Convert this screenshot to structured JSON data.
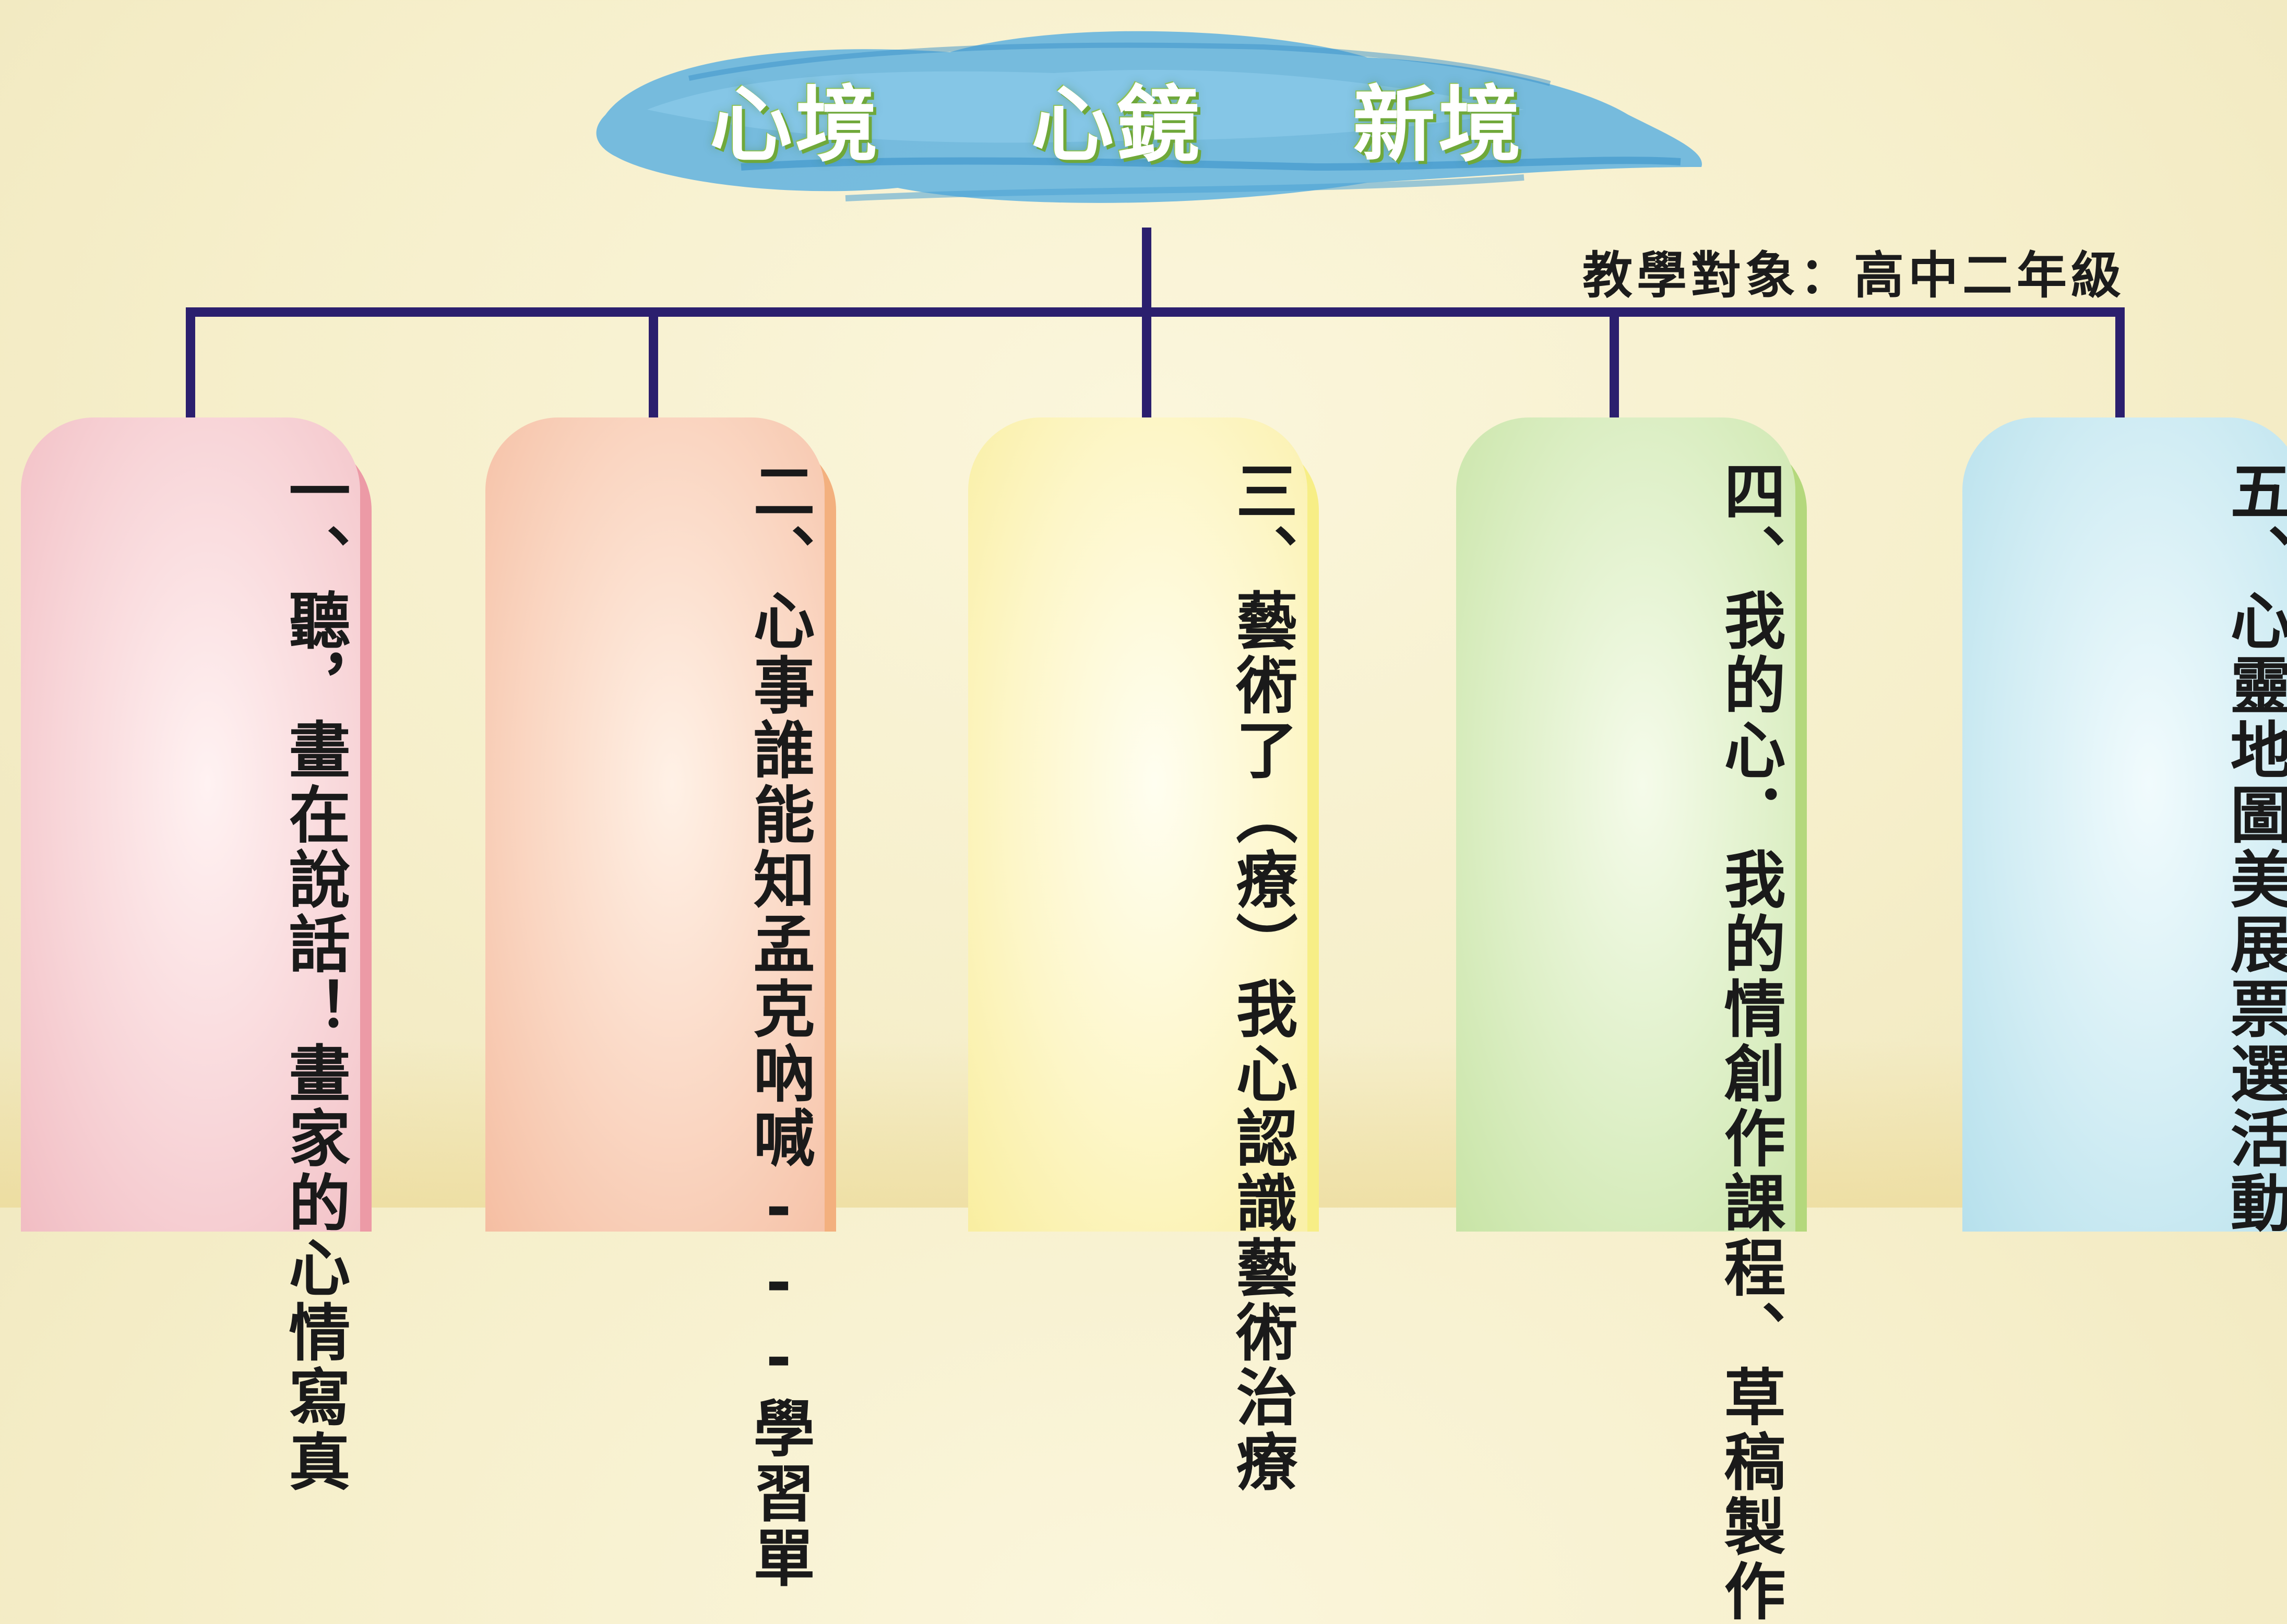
{
  "title": {
    "words": [
      "心境",
      "心鏡",
      "新境"
    ]
  },
  "audience": "教學對象：高中二年級",
  "units": [
    {
      "lines": [
        "一、聽，畫在說話！",
        "畫家的心情寫真"
      ]
    },
    {
      "lines": [
        "二、心事誰能知",
        "孟克吶喊---學習單"
      ]
    },
    {
      "lines": [
        "三、藝術了（療）我心",
        "認識藝術治療"
      ]
    },
    {
      "lines": [
        "四、我的心．我的情",
        "創作課程、草稿製作"
      ]
    },
    {
      "lines": [
        "五、心靈地圖",
        "美展票選活動"
      ]
    }
  ],
  "colors": {
    "connector": "#2b1f6e",
    "cloud": "#4fa7d8",
    "title_shadow": "#6fa83a"
  }
}
